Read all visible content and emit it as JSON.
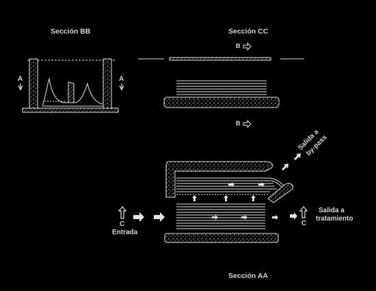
{
  "titles": {
    "bb": "Sección BB",
    "cc": "Sección CC",
    "aa": "Sección AA"
  },
  "markers": {
    "a_left": "A",
    "a_right": "A",
    "b_top": "B",
    "b_bottom": "B",
    "c_left": "C",
    "c_right": "C"
  },
  "labels": {
    "entrada": "Entrada",
    "salida_tratamiento_line1": "Salida a",
    "salida_tratamiento_line2": "tratamiento",
    "salida_bypass_line1": "Salida a",
    "salida_bypass_line2": "by-pass"
  },
  "colors": {
    "background": "#000000",
    "line": "#e6e6e6",
    "text": "#d6d6d6"
  }
}
